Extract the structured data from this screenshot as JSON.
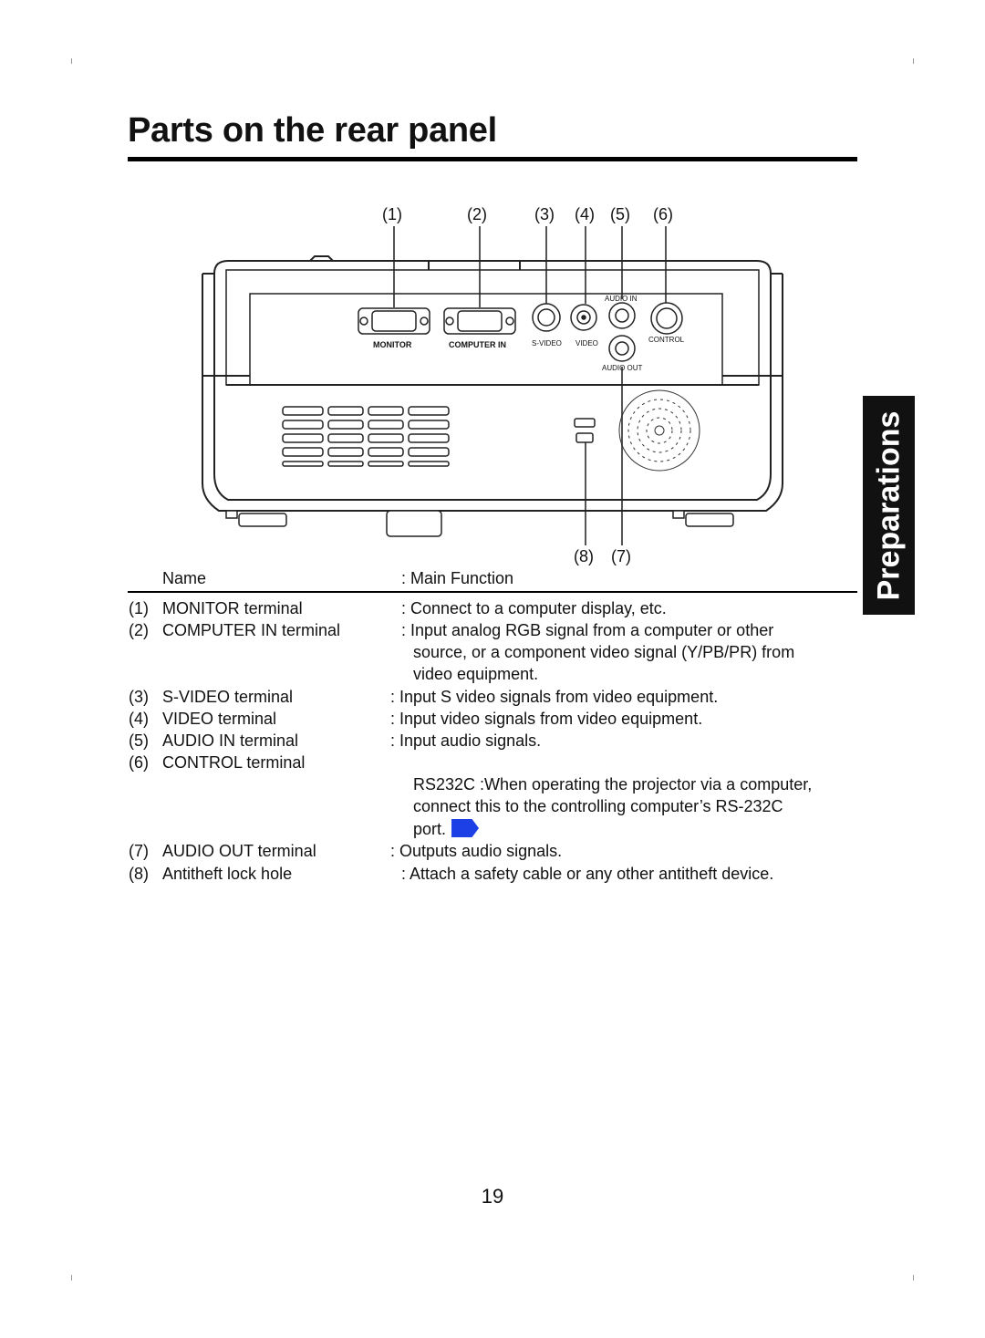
{
  "page": {
    "title": "Parts on the rear panel",
    "side_tab": "Preparations",
    "page_number": "19"
  },
  "diagram": {
    "callouts_top": [
      "(1)",
      "(2)",
      "(3)",
      "(4)",
      "(5)",
      "(6)"
    ],
    "callouts_bottom": [
      "(8)",
      "(7)"
    ],
    "port_labels": {
      "monitor": "MONITOR",
      "computer_in": "COMPUTER IN",
      "s_video": "S-VIDEO",
      "video": "VIDEO",
      "audio_in": "AUDIO IN",
      "control": "CONTROL",
      "audio_out": "AUDIO OUT"
    }
  },
  "table": {
    "header_name": "Name",
    "header_function": ": Main Function",
    "rows": [
      {
        "num": "(1)",
        "name": "MONITOR terminal",
        "func": ": Connect to a computer display, etc."
      },
      {
        "num": "(2)",
        "name": "COMPUTER IN terminal",
        "func": ": Input analog RGB signal from a computer or other",
        "func2": "source, or a component video signal (Y/PB/PR) from",
        "func3": "video equipment."
      },
      {
        "num": "(3)",
        "name": "S-VIDEO terminal",
        "func": ": Input S video signals from video equipment."
      },
      {
        "num": "(4)",
        "name": "VIDEO terminal",
        "func": ": Input video signals from video equipment."
      },
      {
        "num": "(5)",
        "name": "AUDIO IN terminal",
        "func": ": Input audio signals."
      },
      {
        "num": "(6)",
        "name": "CONTROL terminal",
        "func": "",
        "func2": "RS232C :When operating the projector via a computer,",
        "func3": "connect this to the controlling computer’s RS-232C",
        "func4": "port."
      },
      {
        "num": "(7)",
        "name": "AUDIO OUT terminal",
        "func": ": Outputs audio signals."
      },
      {
        "num": "(8)",
        "name": "Antitheft lock hole",
        "func": ": Attach a safety cable or any other antitheft device."
      }
    ]
  }
}
